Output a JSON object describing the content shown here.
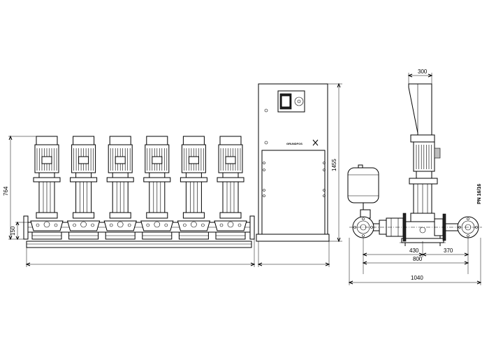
{
  "dimensions": {
    "motor_height": "764",
    "manifold_height": "150",
    "cabinet_height": "1455",
    "cabinet_depth": "300",
    "left_offset": "430",
    "right_offset": "370",
    "manifold_length": "800",
    "total_depth": "1040"
  },
  "labels": {
    "pressure_rating": "PN 16/16",
    "brand": "GRUNDFOS"
  },
  "pumps": [
    "pump-1",
    "pump-2",
    "pump-3",
    "pump-4",
    "pump-5",
    "pump-6"
  ]
}
